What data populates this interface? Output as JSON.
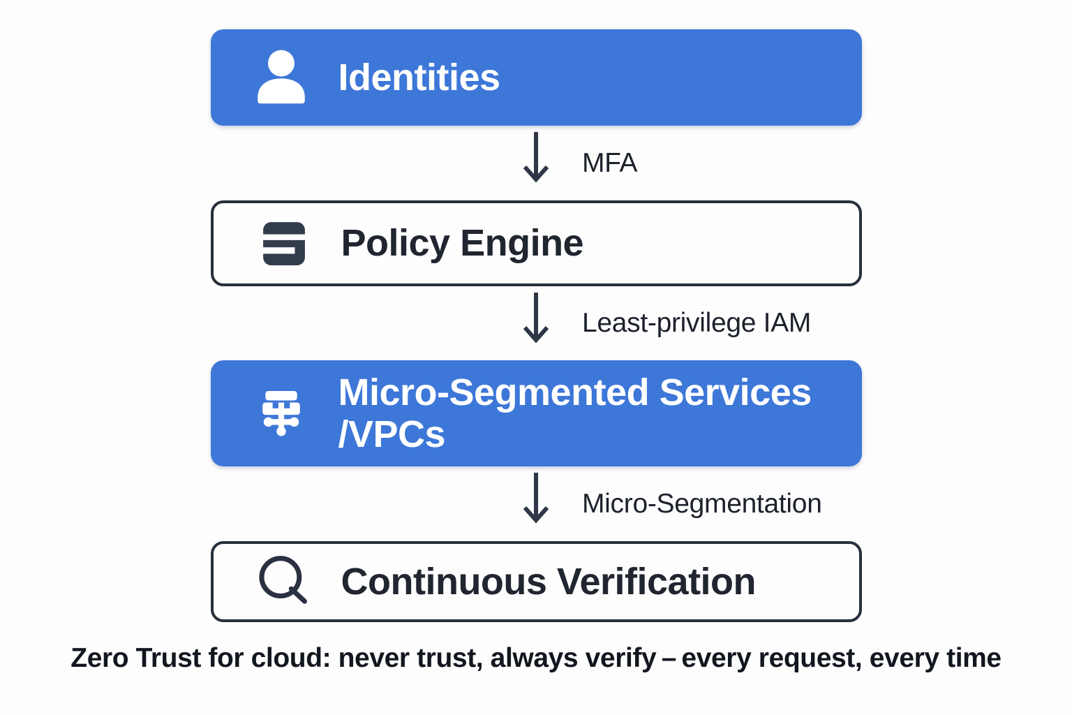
{
  "page": {
    "background": "#fdfdfd",
    "caption": "Zero Trust for cloud: never trust, always verify – every request, every time"
  },
  "colors": {
    "accent_blue": "#3d77d8",
    "ink_dark": "#272e3c",
    "arrow": "#2f3747",
    "node_text_light": "#ffffff",
    "node_text_dark": "#20252f"
  },
  "flow": {
    "nodes": [
      {
        "label": "Identities",
        "icon": "user-icon",
        "variant": "blue"
      },
      {
        "label": "Policy Engine",
        "icon": "policy-server-icon",
        "variant": "outlined"
      },
      {
        "label": "Micro-Segmented Services\n/VPCs",
        "icon": "segmentation-icon",
        "variant": "blue"
      },
      {
        "label": "Continuous Verification",
        "icon": "search-icon",
        "variant": "outlined"
      }
    ],
    "edges": [
      {
        "label": "MFA"
      },
      {
        "label": "Least-privilege IAM"
      },
      {
        "label": "Micro-Segmentation"
      }
    ]
  }
}
